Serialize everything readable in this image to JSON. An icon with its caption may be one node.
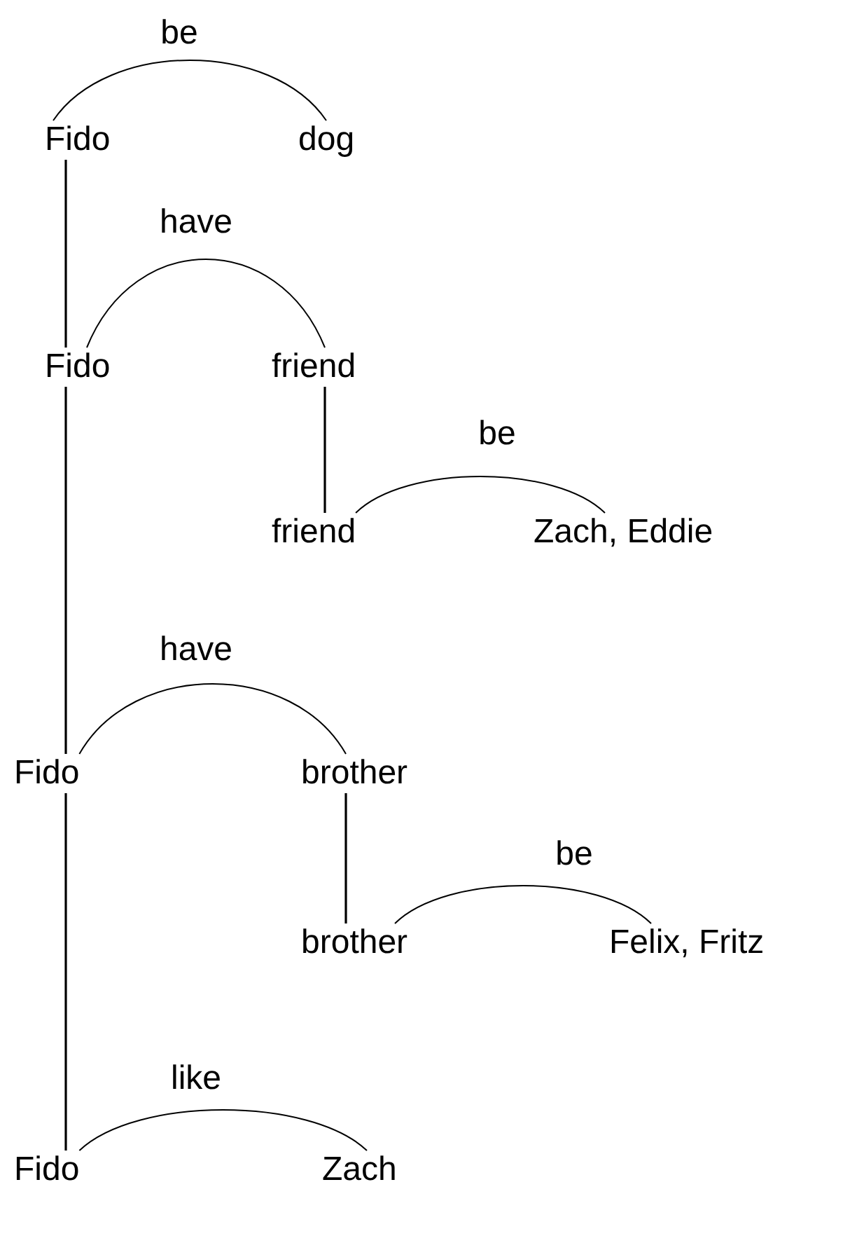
{
  "diagram": {
    "nodes": [
      {
        "text": [
          "Fido"
        ]
      },
      {
        "text": [
          "dog"
        ]
      },
      {
        "text": [
          "Fido"
        ]
      },
      {
        "text": [
          "friend"
        ]
      },
      {
        "text": [
          "friend"
        ]
      },
      {
        "text": [
          "Zach, Eddie"
        ]
      },
      {
        "text": [
          "Fido"
        ]
      },
      {
        "text": [
          "brother"
        ]
      },
      {
        "text": [
          "brother"
        ]
      },
      {
        "text": [
          "Felix, Fritz"
        ]
      },
      {
        "text": [
          "Fido"
        ]
      },
      {
        "text": [
          "Zach"
        ]
      }
    ],
    "edges": [
      {
        "from": 0,
        "to": 1,
        "arrow": "none",
        "label": "be"
      },
      {
        "from": 0,
        "to": 2,
        "arrow": "none"
      },
      {
        "from": 2,
        "to": 3,
        "arrow": "none",
        "label": "have"
      },
      {
        "from": 3,
        "to": 4,
        "arrow": "none"
      },
      {
        "from": 4,
        "to": 5,
        "arrow": "none",
        "label": "be"
      },
      {
        "from": 2,
        "to": 6,
        "arrow": "none"
      },
      {
        "from": 6,
        "to": 7,
        "arrow": "none",
        "label": "have"
      },
      {
        "from": 7,
        "to": 8,
        "arrow": "none"
      },
      {
        "from": 8,
        "to": 9,
        "arrow": "none",
        "label": "be"
      },
      {
        "from": 6,
        "to": 10,
        "arrow": "none"
      },
      {
        "from": 10,
        "to": 11,
        "arrow": "none",
        "label": "like"
      }
    ]
  }
}
